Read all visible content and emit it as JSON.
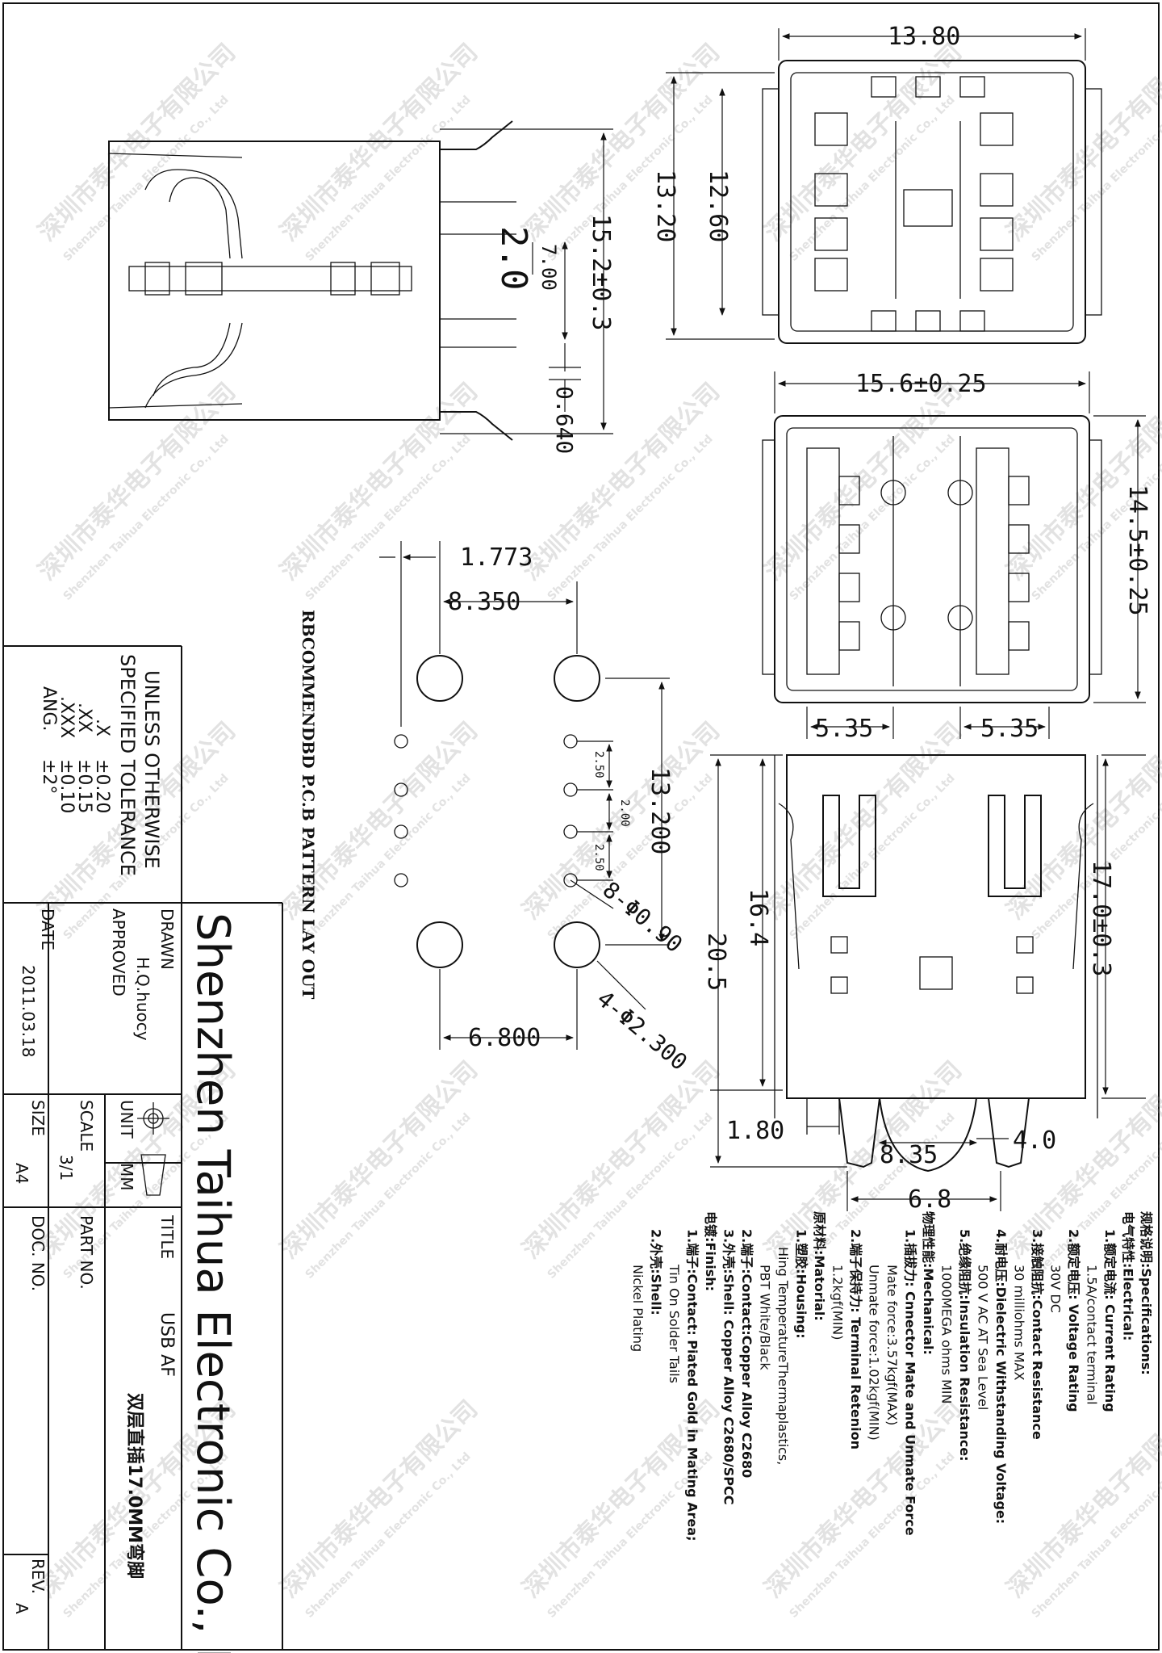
{
  "company": "Shenzhen Taihua Electronic Co., Ltd",
  "watermark": {
    "cn": "深圳市泰华电子有限公司",
    "en": "Shenzhen Taihua Electronic Co., Ltd"
  },
  "tolerance_block": {
    "lines": [
      "UNLESS OTHERWISE",
      "SPECIFIED TOLERANCE"
    ],
    "rows": [
      [
        ".X",
        "±0.20"
      ],
      [
        ".XX",
        "±0.15"
      ],
      [
        ".XXX",
        "±0.10"
      ],
      [
        "ANG.",
        "±2°"
      ]
    ]
  },
  "title_block": {
    "drawn_label": "DRAWN",
    "drawn_value": "H.Q.huocy",
    "approved_label": "APPROVED",
    "date_label": "DATE",
    "date_value": "2011.03.18",
    "unit_label": "UNIT",
    "unit_value": "MM",
    "scale_label": "SCALE",
    "scale_value": "3/1",
    "size_label": "SIZE",
    "size_value": "A4",
    "title_label": "TITLE",
    "title_value": "USB AF",
    "title_cn": "双层直插17.0MM弯脚",
    "part_label": "PART NO.",
    "doc_label": "DOC. NO.",
    "rev_label": "REV.",
    "rev_value": "A"
  },
  "pcb_layout_title": "RBCOMMENDBD P.C.B PATTERN LAY OUT",
  "dimensions": {
    "side": [
      "15.2±0.3",
      "7.00",
      "2.0",
      "0.640"
    ],
    "front": [
      "13.80",
      "13.20",
      "12.60"
    ],
    "front2": [
      "15.6±0.25",
      "14.5±0.25",
      "5.35",
      "5.35"
    ],
    "pcb": [
      "1.773",
      "8.350",
      "13.200",
      "2.50",
      "2.00",
      "2.50",
      "8-Φ0.90",
      "4-Φ2.300",
      "6.800"
    ],
    "bottom": [
      "17.0±0.3",
      "16.4",
      "20.5",
      "1.80",
      "8.35",
      "4.0",
      "6.8"
    ]
  },
  "specifications": [
    "规格说明:Specifications:",
    "电气特性:Electrical:",
    "1.额定电流: Current Rating",
    "1.5A/contact terminal",
    "2.额定电压: Voltage Rating",
    "30V DC",
    "3.接触阻抗:Contact Resistance",
    "30 milliohms MAX",
    "4.耐电压:Dielectric Withstanding Voltage:",
    "500 V AC AT Sea Level",
    "5.绝缘阻抗:Insulation Resistance:",
    "1000MEGA ohms MIN",
    "物理性能:Mechanical:",
    "1.插拔力: Cnnector Mate and Unmate Force",
    "Mate force:3.57kgf(MAX)",
    "Unmate force:1.02kgf(MIN)",
    "2.端子保持力: Terminal Retenion",
    "1.2kgf(MIN)",
    "原材料:Matorial:",
    "1.塑胶:Housing:",
    "Hing TemperatureThermaplastics,",
    "PBT White/Black",
    "2.端子:Contact:Copper Alloy C2680",
    "3.外壳:Shell: Copper Alloy C2680/SPCC",
    "电镀:Finish:",
    "1.端子:Contact: Piated Gold in Mating Area;",
    "Tin On Solder Tails",
    "2.外壳:Shell:",
    "Nickel Plating"
  ]
}
